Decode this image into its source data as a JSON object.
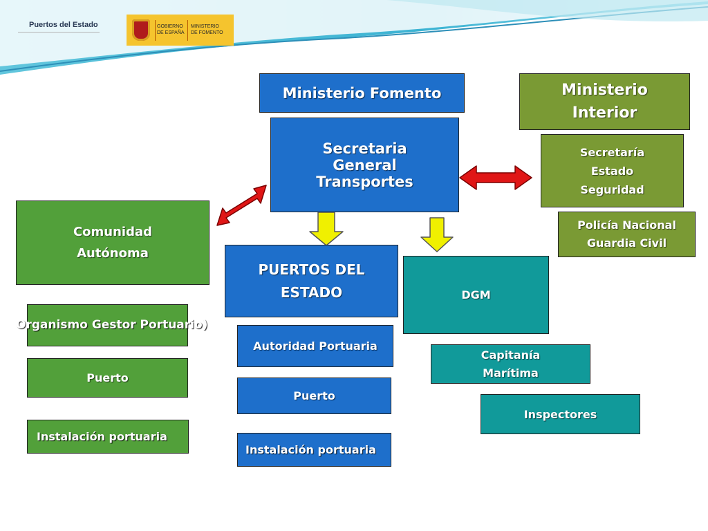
{
  "header": {
    "logo_name": "Puertos del Estado",
    "gov_line1": "GOBIERNO\nDE ESPAÑA",
    "gov_line2": "MINISTERIO\nDE FOMENTO"
  },
  "colors": {
    "blue": "#1e6fcb",
    "olive": "#7a9a34",
    "green": "#52a03a",
    "teal": "#119a9a",
    "arrow_red": "#e01616",
    "arrow_yellow": "#f0f000"
  },
  "nodes": {
    "ministerio_fomento": "Ministerio Fomento",
    "ministerio_interior": "Ministerio\nInterior",
    "secretaria_general": "Secretaria\nGeneral\nTransportes",
    "secretaria_estado": "Secretaría\nEstado\nSeguridad",
    "policia": "Policía Nacional\nGuardia Civil",
    "comunidad": "Comunidad\nAutónoma",
    "puertos_estado": "PUERTOS DEL\nESTADO",
    "dgm": "DGM",
    "organismo": "Organismo Gestor Portuario)",
    "autoridad": "Autoridad Portuaria",
    "puerto_left": "Puerto",
    "puerto_mid": "Puerto",
    "capitania": "Capitanía\nMarítima",
    "inspectores": "Inspectores",
    "instalacion_left": "Instalación portuaria",
    "instalacion_mid": "Instalación portuaria"
  }
}
